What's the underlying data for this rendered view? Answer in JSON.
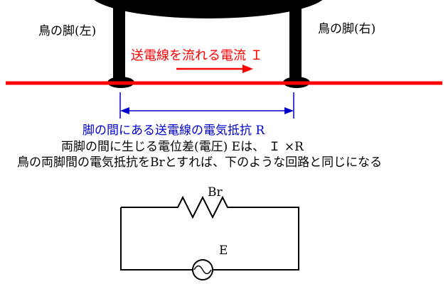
{
  "diagram": {
    "leg_left_label": "鳥の脚(左)",
    "leg_right_label": "鳥の脚(右)",
    "current_label": "送電線を流れる電流 Ｉ",
    "resistance_label": "脚の間にある送電線の電気抵抗 R",
    "explanation_line1": "両脚の間に生じる電位差(電圧) Eは、 Ｉ ×R",
    "explanation_line2": "鳥の両脚間の電気抵抗をBrとすれば、下のような回路と同じになる"
  },
  "circuit": {
    "resistor_label": "Br",
    "source_label": "E"
  },
  "colors": {
    "power_line_red": "#ff0000",
    "annotation_blue": "#0000cc",
    "ink_black": "#000000"
  }
}
